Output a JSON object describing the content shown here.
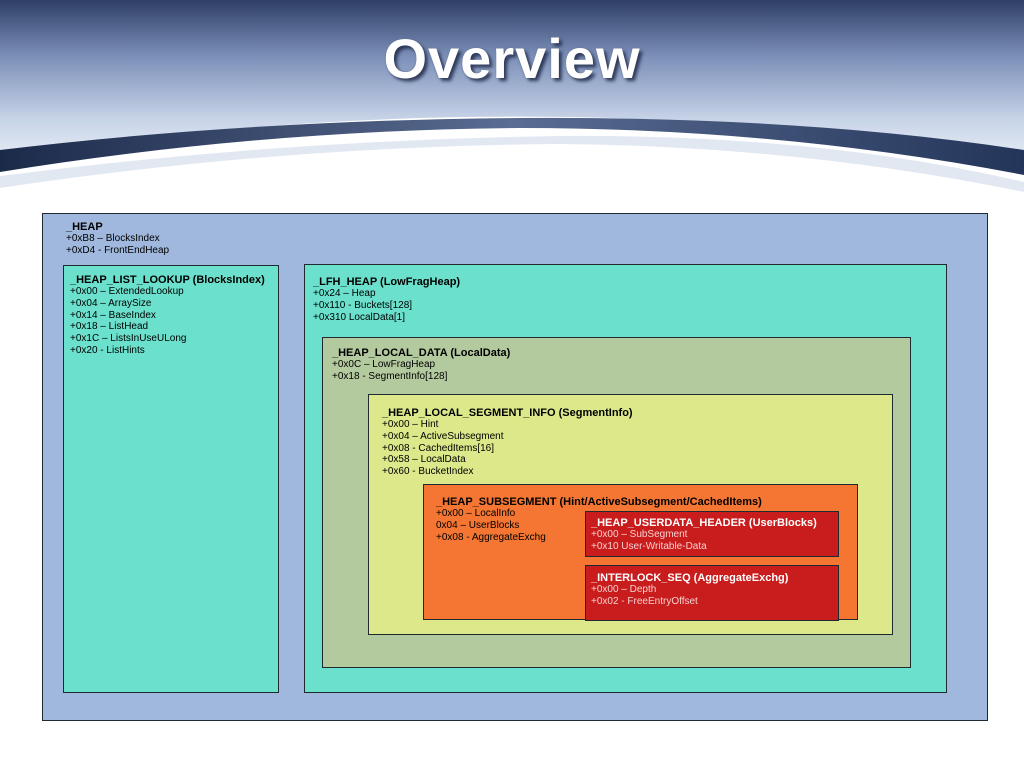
{
  "slide": {
    "title": "Overview"
  },
  "colors": {
    "heap": "#a0b8dd",
    "lfh": "#6be0cc",
    "local_data": "#b3c99e",
    "segment_info": "#dce889",
    "subsegment": "#f47632",
    "inner_struct": "#c91d1d"
  },
  "diagram": {
    "heap": {
      "title": "_HEAP",
      "fields": [
        "+0xB8 – BlocksIndex",
        "+0xD4 - FrontEndHeap"
      ]
    },
    "heap_list_lookup": {
      "title": "_HEAP_LIST_LOOKUP (BlocksIndex)",
      "fields": [
        "+0x00 – ExtendedLookup",
        "+0x04 – ArraySize",
        "+0x14 – BaseIndex",
        "+0x18 – ListHead",
        "+0x1C – ListsInUseULong",
        "+0x20 - ListHints"
      ]
    },
    "lfh_heap": {
      "title": "_LFH_HEAP (LowFragHeap)",
      "fields": [
        "+0x24 – Heap",
        "+0x110 - Buckets[128]",
        "+0x310 LocalData[1]"
      ]
    },
    "heap_local_data": {
      "title": "_HEAP_LOCAL_DATA (LocalData)",
      "fields": [
        "+0x0C – LowFragHeap",
        "+0x18 - SegmentInfo[128]"
      ]
    },
    "heap_local_segment_info": {
      "title": "_HEAP_LOCAL_SEGMENT_INFO (SegmentInfo)",
      "fields": [
        "+0x00 – Hint",
        "+0x04 – ActiveSubsegment",
        "+0x08 - CachedItems[16]",
        "+0x58 – LocalData",
        "+0x60 - BucketIndex"
      ]
    },
    "heap_subsegment": {
      "title": "_HEAP_SUBSEGMENT (Hint/ActiveSubsegment/CachedItems)",
      "fields": [
        "+0x00 – LocalInfo",
        "0x04 – UserBlocks",
        "+0x08 - AggregateExchg"
      ]
    },
    "heap_userdata_header": {
      "title": "_HEAP_USERDATA_HEADER (UserBlocks)",
      "fields": [
        "+0x00 – SubSegment",
        "+0x10 User-Writable-Data"
      ]
    },
    "interlock_seq": {
      "title": "_INTERLOCK_SEQ (AggregateExchg)",
      "fields": [
        "+0x00 – Depth",
        "+0x02 - FreeEntryOffset"
      ]
    }
  }
}
